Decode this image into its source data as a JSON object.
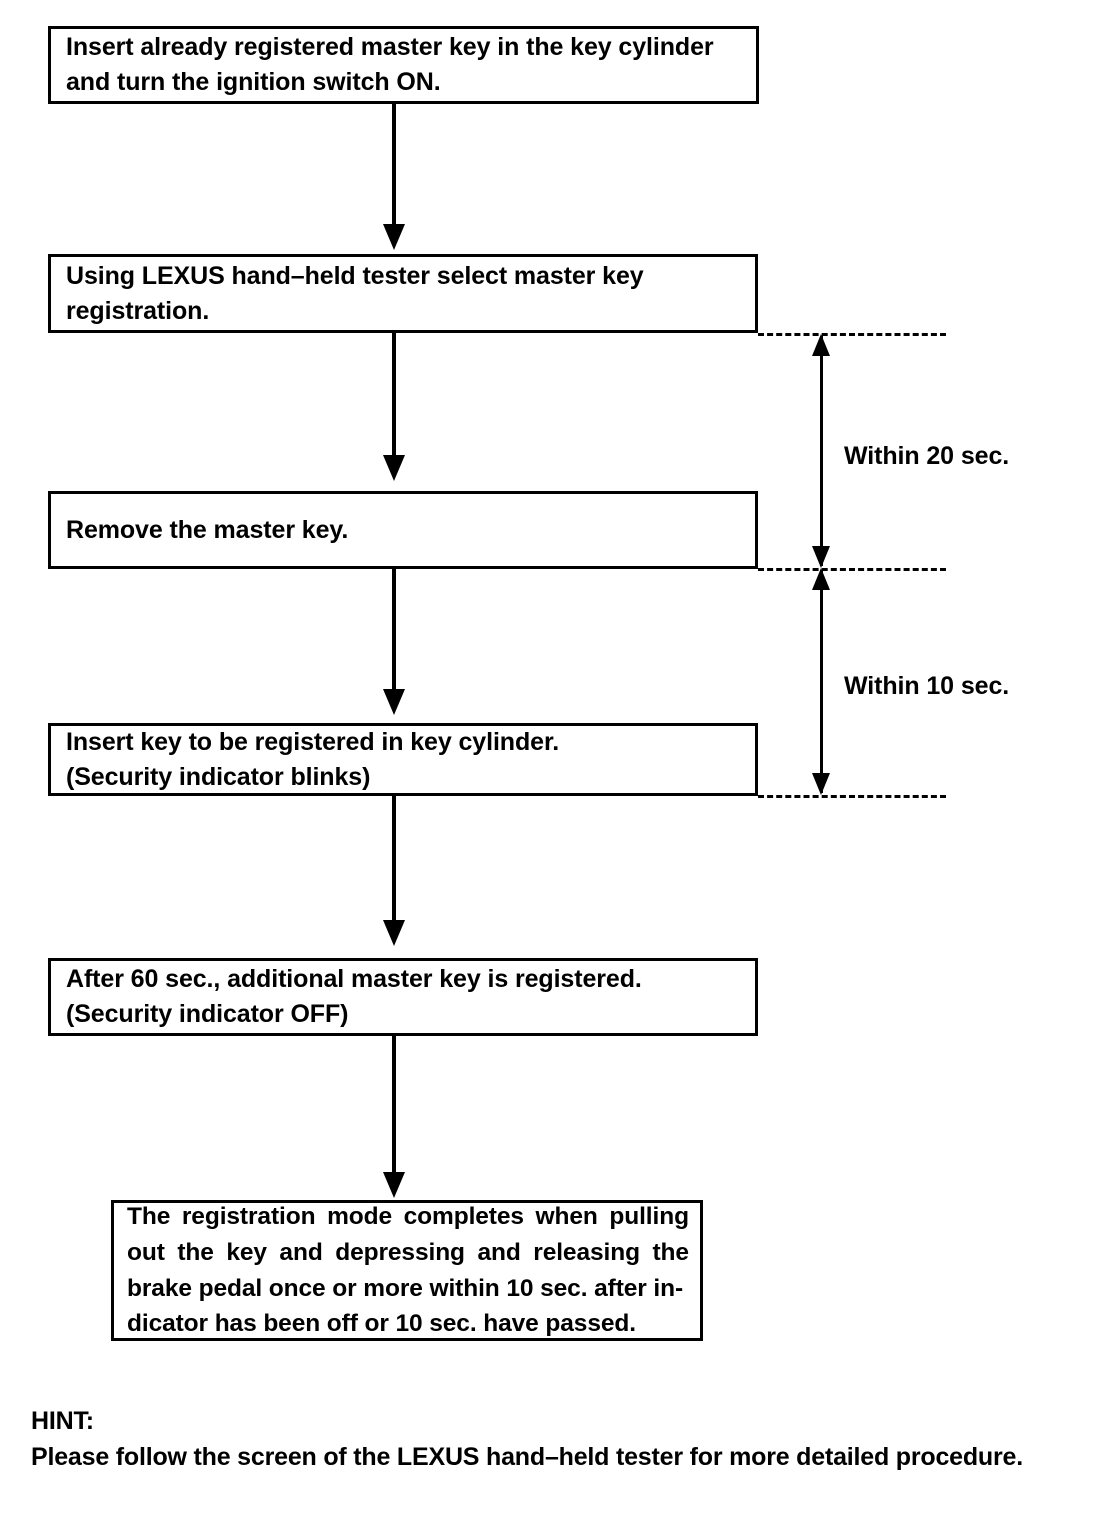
{
  "diagram": {
    "title": "Master key registration procedure flowchart",
    "boxes": [
      {
        "id": "box-insert-master-key",
        "lines": [
          "Insert already registered master key in the key cylinder",
          "and turn the ignition switch ON."
        ]
      },
      {
        "id": "box-select-registration",
        "lines": [
          "Using LEXUS hand–held tester select master key",
          "registration."
        ]
      },
      {
        "id": "box-remove-master-key",
        "lines": [
          "Remove the master key."
        ]
      },
      {
        "id": "box-insert-new-key",
        "lines": [
          "Insert key to be registered in key cylinder.",
          "(Security indicator blinks)"
        ]
      },
      {
        "id": "box-after-60-sec",
        "lines": [
          "After 60 sec., additional master key is registered.",
          "(Security indicator OFF)"
        ]
      },
      {
        "id": "box-registration-complete",
        "lines": [
          "The registration mode completes when pulling",
          "out the key and depressing and releasing the",
          "brake pedal once or more within 10 sec. after in-",
          "dicator has been off or 10 sec. have passed."
        ],
        "justified_lines": [
          [
            "The",
            "registration",
            "mode",
            "completes",
            "when",
            "pulling"
          ],
          [
            "out",
            "the",
            "key",
            "and",
            "depressing",
            "and",
            "releasing",
            "the"
          ],
          [
            "brake pedal once or more within 10 sec. after in-"
          ],
          [
            "dicator has been off or 10 sec. have passed."
          ]
        ]
      }
    ],
    "timing_labels": [
      {
        "id": "within-20-sec",
        "text": "Within 20 sec."
      },
      {
        "id": "within-10-sec",
        "text": "Within 10 sec."
      }
    ]
  },
  "hint": {
    "label": "HINT:",
    "text": "Please follow the screen of the LEXUS hand–held tester for more detailed procedure."
  },
  "colors": {
    "ink": "#000000",
    "paper": "#ffffff"
  }
}
